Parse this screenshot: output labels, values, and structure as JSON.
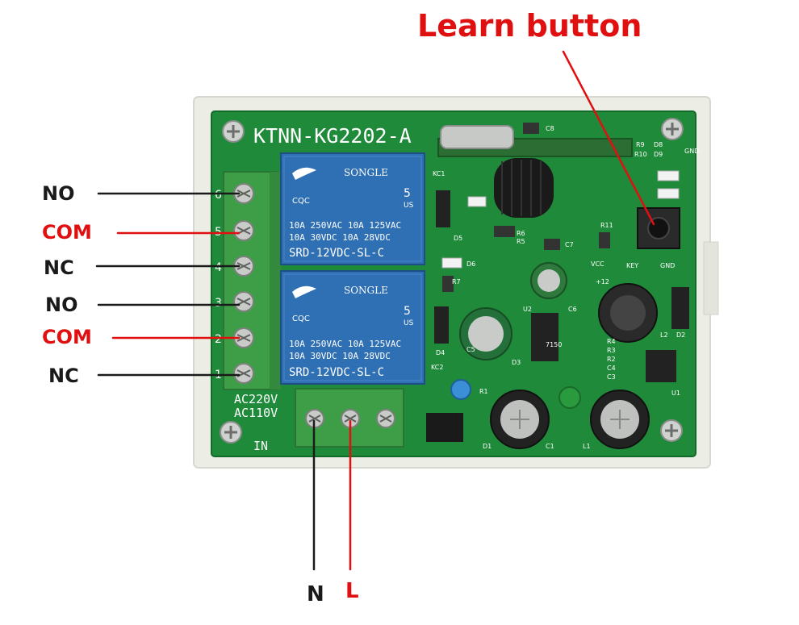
{
  "annotations": {
    "learn_button": "Learn button",
    "left_labels": [
      {
        "text": "NO",
        "color": "#1a1a1a"
      },
      {
        "text": "COM",
        "color": "#e01010"
      },
      {
        "text": "NC",
        "color": "#1a1a1a"
      },
      {
        "text": "NO",
        "color": "#1a1a1a"
      },
      {
        "text": "COM",
        "color": "#e01010"
      },
      {
        "text": "NC",
        "color": "#1a1a1a"
      }
    ],
    "bottom_n": "N",
    "bottom_l": "L"
  },
  "board": {
    "model": "KTNN-KG2202-A",
    "relay_brand": "SONGLE",
    "relay_certs": "CQC",
    "relay_ul_num": "5",
    "relay_ul_us": "US",
    "relay_spec_1": "10A 250VAC  10A 125VAC",
    "relay_spec_2": "10A  30VDC  10A  28VDC",
    "relay_model": "SRD-12VDC-SL-C",
    "terminal_numbers": [
      "6",
      "5",
      "4",
      "3",
      "2",
      "1"
    ],
    "ac_label_1": "AC220V",
    "ac_label_2": "AC110V",
    "in_label": "IN",
    "silkscreen": {
      "c8": "C8",
      "r9": "R9",
      "r10": "R10",
      "d8": "D8",
      "d9": "D9",
      "gnd_top": "GND",
      "kc1": "KC1",
      "d5": "D5",
      "r6": "R6",
      "r5": "R5",
      "c7": "C7",
      "r11": "R11",
      "key": "KEY",
      "gnd": "GND",
      "vcc": "VCC",
      "d6": "D6",
      "r7": "R7",
      "plus12": "+12",
      "u2": "U2",
      "c6": "C6",
      "d3": "D3",
      "d4": "D4",
      "kc2": "KC2",
      "r4": "R4",
      "r3": "R3",
      "r2": "R2",
      "c4": "C4",
      "c3": "C3",
      "u1": "U1",
      "l2": "L2",
      "d2": "D2",
      "r1": "R1",
      "d1": "D1",
      "c1": "C1",
      "l1": "L1",
      "c5": "C5",
      "ic": "7150"
    }
  },
  "colors": {
    "pcb": "#1f8a3a",
    "pcb_dark": "#136b2a",
    "case": "#eceee6",
    "relay": "#2f6fb4",
    "terminal": "#3e9e47",
    "wire_black": "#1a1a1a",
    "wire_red": "#e01010"
  }
}
